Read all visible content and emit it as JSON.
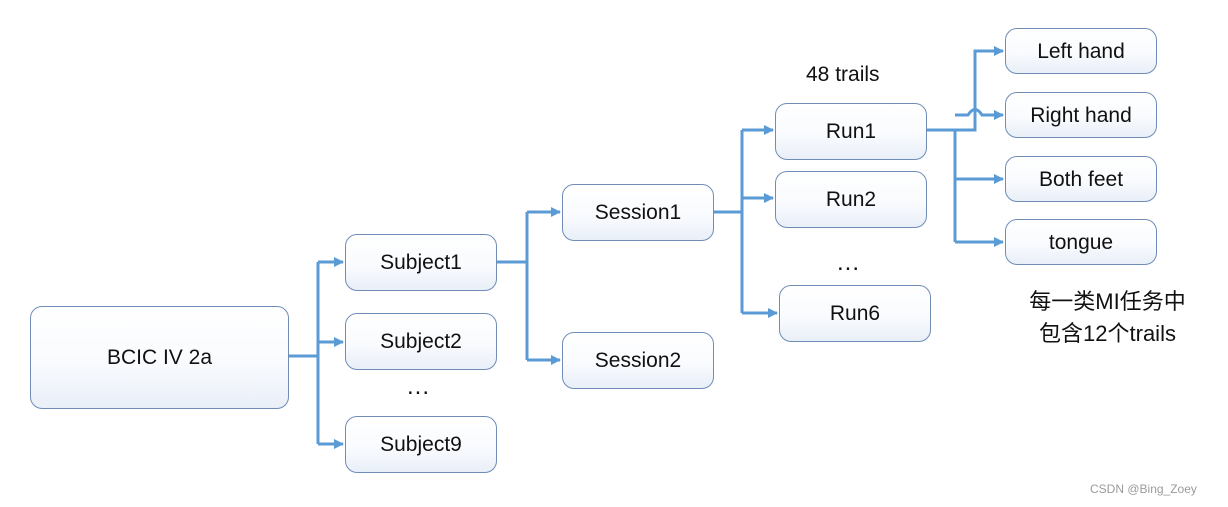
{
  "root": {
    "label": "BCIC IV 2a"
  },
  "subjects": {
    "items": [
      "Subject1",
      "Subject2",
      "Subject9"
    ],
    "ellipsis": "..."
  },
  "sessions": {
    "items": [
      "Session1",
      "Session2"
    ]
  },
  "runs": {
    "header": "48 trails",
    "items": [
      "Run1",
      "Run2",
      "Run6"
    ],
    "ellipsis": "..."
  },
  "tasks": {
    "items": [
      "Left hand",
      "Right hand",
      "Both feet",
      "tongue"
    ]
  },
  "note": {
    "line1": "每一类MI任务中",
    "line2": "包含12个trails"
  },
  "watermark": "CSDN @Bing_Zoey",
  "colors": {
    "connector": "#5b9bd5",
    "node_border": "#6f8db7",
    "node_fill_bottom": "#e9eff8"
  }
}
